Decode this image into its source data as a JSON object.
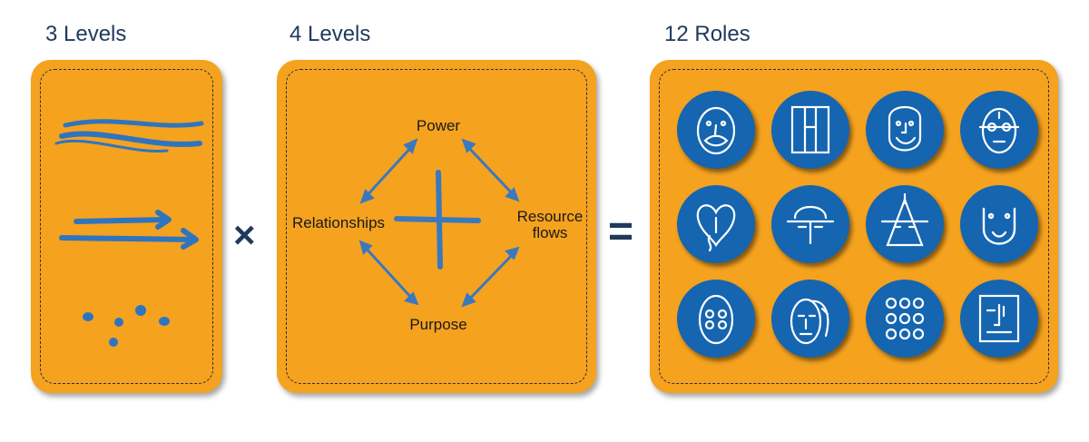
{
  "headings": {
    "levels3": "3 Levels",
    "levels4": "4 Levels",
    "roles12": "12 Roles"
  },
  "operators": {
    "times": "×",
    "equals": "="
  },
  "diagram": {
    "top": "Power",
    "left": "Relationships",
    "right_line1": "Resource",
    "right_line2": "flows",
    "bottom": "Purpose"
  },
  "colors": {
    "card": "#f5a21f",
    "blue": "#1565b0",
    "heading": "#1f3a5c",
    "stroke": "#3a78c0"
  },
  "roles": [
    {
      "icon": "face-mask-mouth-icon"
    },
    {
      "icon": "doorway-face-icon"
    },
    {
      "icon": "smiling-face-icon"
    },
    {
      "icon": "spectacled-face-icon"
    },
    {
      "icon": "heart-face-icon"
    },
    {
      "icon": "dome-face-icon"
    },
    {
      "icon": "triangle-face-icon"
    },
    {
      "icon": "u-shape-face-icon"
    },
    {
      "icon": "oval-eyes-face-icon"
    },
    {
      "icon": "double-face-icon"
    },
    {
      "icon": "nine-dots-icon"
    },
    {
      "icon": "square-face-icon"
    }
  ]
}
